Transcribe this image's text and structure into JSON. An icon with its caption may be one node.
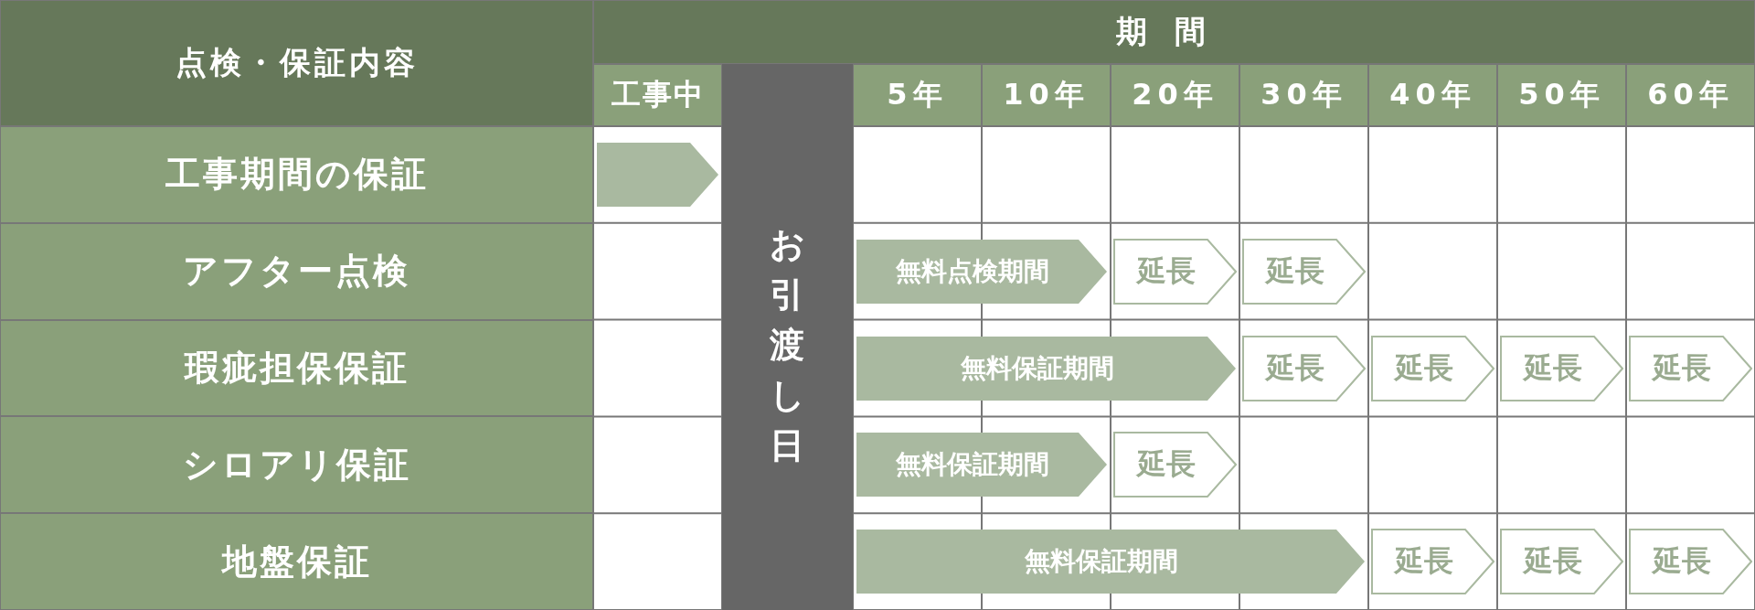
{
  "diagram": {
    "nodes": [
      {
        "text": [
          "お引渡し日"
        ]
      },
      {
        "text": [],
        "shape": "arrow"
      },
      {
        "text": [
          "無料点検期間"
        ]
      },
      {
        "text": [
          "延長"
        ]
      },
      {
        "text": [
          "延長"
        ]
      },
      {
        "text": [
          "無料保証期間"
        ]
      },
      {
        "text": [
          "延長"
        ]
      },
      {
        "text": [
          "延長"
        ]
      },
      {
        "text": [
          "延長"
        ]
      },
      {
        "text": [
          "延長"
        ]
      },
      {
        "text": [
          "無料保証期間"
        ]
      },
      {
        "text": [
          "延長"
        ]
      },
      {
        "text": [
          "無料保証期間"
        ]
      },
      {
        "text": [
          "延長"
        ]
      },
      {
        "text": [
          "延長"
        ]
      },
      {
        "text": [
          "延長"
        ]
      }
    ],
    "labels": [
      "点検・保証内容",
      "期間",
      "工事中",
      "5年",
      "10年",
      "20年",
      "30年",
      "40年",
      "50年",
      "60年",
      "工事期間の保証",
      "アフター点検",
      "瑕疵担保保証",
      "シロアリ保証",
      "地盤保証"
    ]
  }
}
